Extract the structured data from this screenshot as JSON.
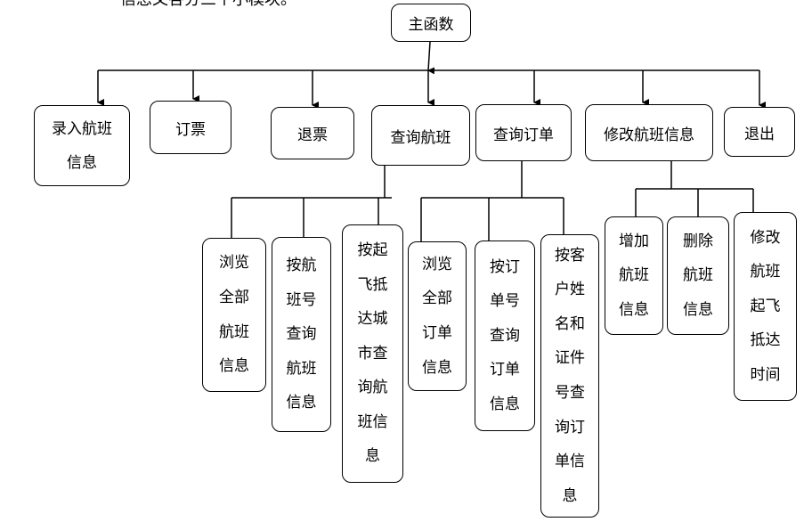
{
  "top_text": "信息又各分三个小模块。",
  "root": "主函数",
  "level1": {
    "entry": [
      "录入航班",
      "信息"
    ],
    "book": [
      "订票"
    ],
    "refund": [
      "退票"
    ],
    "query_flight": [
      "查询航班"
    ],
    "query_order": [
      "查询订单"
    ],
    "modify_flight": [
      "修改航班信息"
    ],
    "exit": [
      "退出"
    ]
  },
  "query_flight_children": {
    "browse_all": [
      "浏览",
      "全部",
      "航班",
      "信息"
    ],
    "by_flight_no": [
      "按航",
      "班号",
      "查询",
      "航班",
      "信息"
    ],
    "by_city": [
      "按起",
      "飞抵",
      "达城",
      "市查",
      "询航",
      "班信",
      "息"
    ]
  },
  "query_order_children": {
    "browse_all": [
      "浏览",
      "全部",
      "订单",
      "信息"
    ],
    "by_order_no": [
      "按订",
      "单号",
      "查询",
      "订单",
      "信息"
    ],
    "by_customer": [
      "按客",
      "户姓",
      "名和",
      "证件",
      "号查",
      "询订",
      "单信",
      "息"
    ]
  },
  "modify_children": {
    "add": [
      "增加",
      "航班",
      "信息"
    ],
    "delete": [
      "删除",
      "航班",
      "信息"
    ],
    "modify_time": [
      "修改",
      "航班",
      "起飞",
      "抵达",
      "时间"
    ]
  }
}
